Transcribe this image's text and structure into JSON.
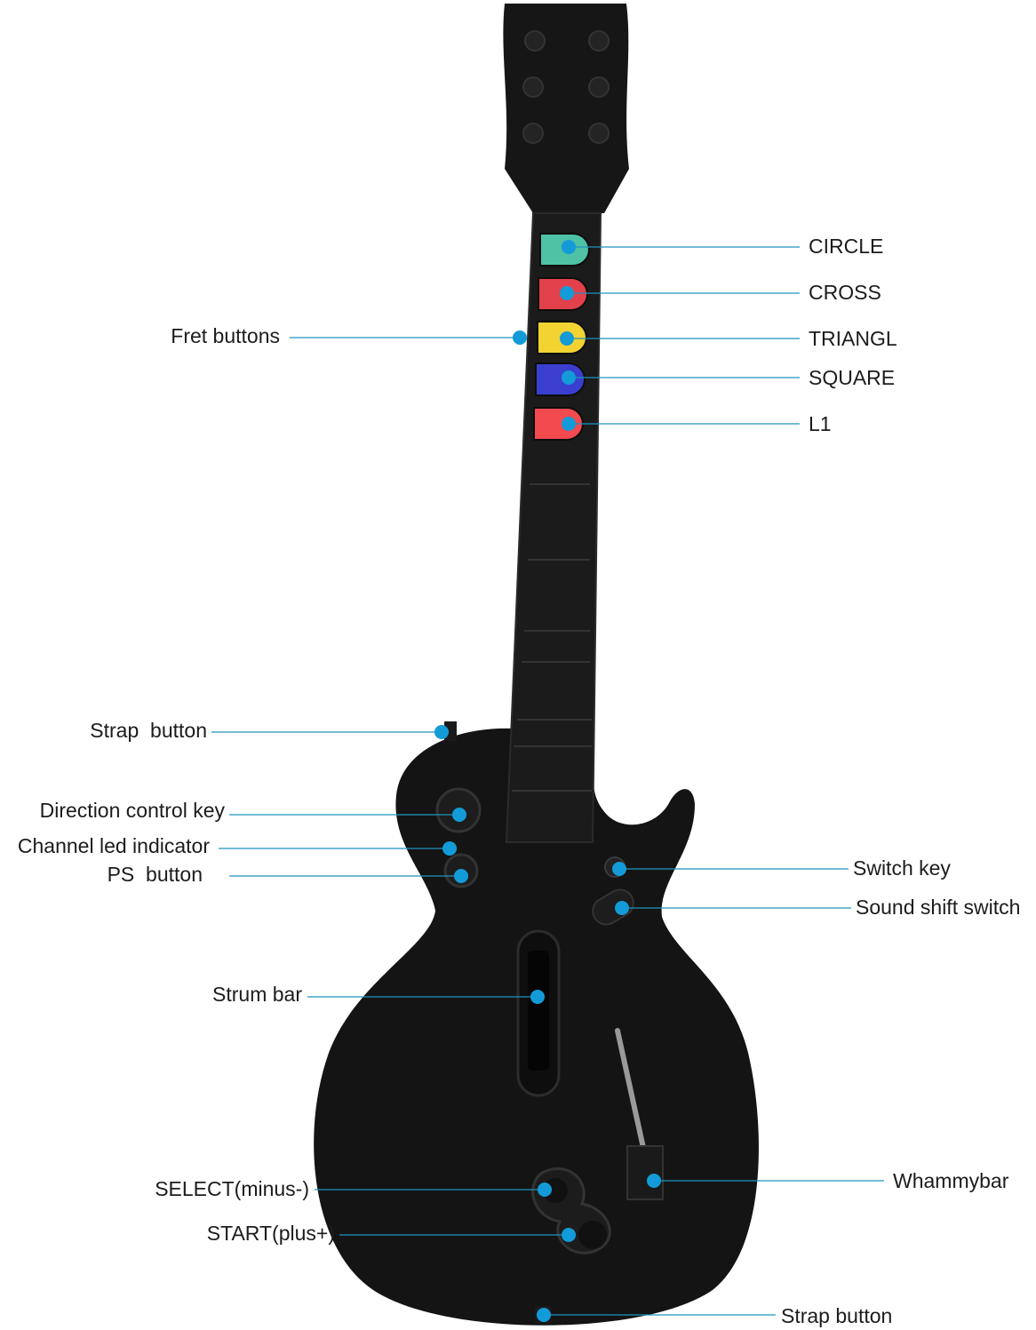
{
  "labels": {
    "circle": "CIRCLE",
    "cross": "CROSS",
    "triangle": "TRIANGL",
    "square": "SQUARE",
    "l1": "L1",
    "fret_buttons": "Fret buttons",
    "strap_button_top": "Strap  button",
    "direction_key": "Direction control key",
    "channel_led": "Channel led indicator",
    "ps_button": "PS  button",
    "switch_key": "Switch key",
    "sound_shift": "Sound shift switch",
    "strum_bar": "Strum bar",
    "whammy_bar": "Whammybar",
    "select": "SELECT(minus-)",
    "start": "START(plus+)",
    "strap_button_bottom": "Strap button"
  },
  "colors": {
    "fret_green": "#4fc1a4",
    "fret_red": "#e2404b",
    "fret_yellow": "#f2d332",
    "fret_blue": "#3a3fd0",
    "fret_red2": "#f24a4f",
    "callout": "#139bd8",
    "guitar": "#141414"
  }
}
